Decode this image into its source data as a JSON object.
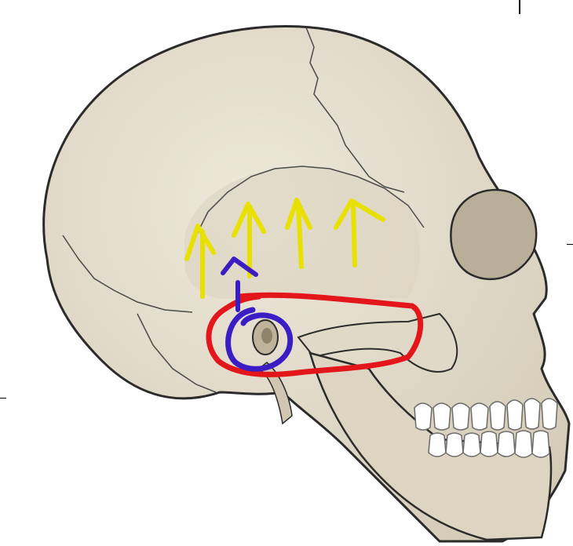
{
  "colors": {
    "bone": "#e6dfcf",
    "bone_shade": "#cdc4b0",
    "outline": "#2b2b2b",
    "suture": "#4a4a4a",
    "teeth": "#ffffff",
    "annotation_red": "#e3161b",
    "annotation_blue": "#3a1ec4",
    "annotation_yellow": "#e8e000"
  },
  "annotations": {
    "arrows": "yellow-up-arrows",
    "zygomatic_arch_outline": "red-loop",
    "ear_canal_circle": "blue-circle",
    "small_arrow": "blue-caret-arrow"
  }
}
